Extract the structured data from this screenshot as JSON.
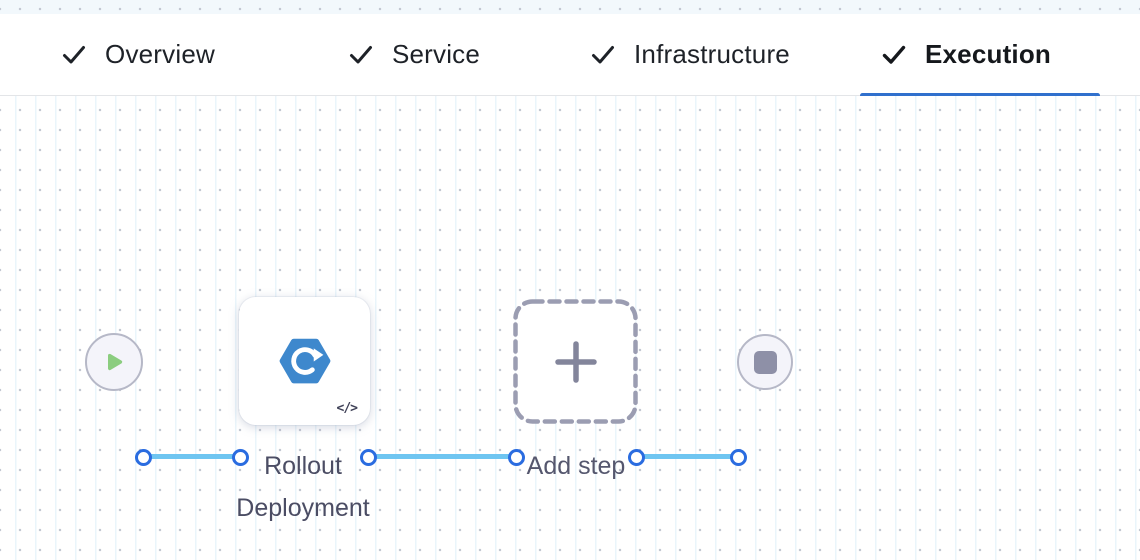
{
  "tabs": [
    {
      "label": "Overview",
      "completed": true,
      "active": false
    },
    {
      "label": "Service",
      "completed": true,
      "active": false
    },
    {
      "label": "Infrastructure",
      "completed": true,
      "active": false
    },
    {
      "label": "Execution",
      "completed": true,
      "active": true
    }
  ],
  "pipeline": {
    "steps": {
      "rollout": {
        "label": "Rollout Deployment",
        "icon": "k8s-rollout-icon",
        "badge": "</>"
      },
      "add_step": {
        "label": "Add step",
        "icon": "plus-icon"
      }
    },
    "terminals": {
      "start": {
        "icon": "play-icon"
      },
      "end": {
        "icon": "stop-icon"
      }
    }
  },
  "colors": {
    "active_tab_underline": "#3070cd",
    "connector_line": "#6ec5f1",
    "port_ring": "#2a6ce0",
    "rollout_icon_blue": "#3e88cd",
    "play_green": "#8bcd7f",
    "stop_gray": "#8e90a7",
    "dashed_border": "#9b9db2"
  }
}
